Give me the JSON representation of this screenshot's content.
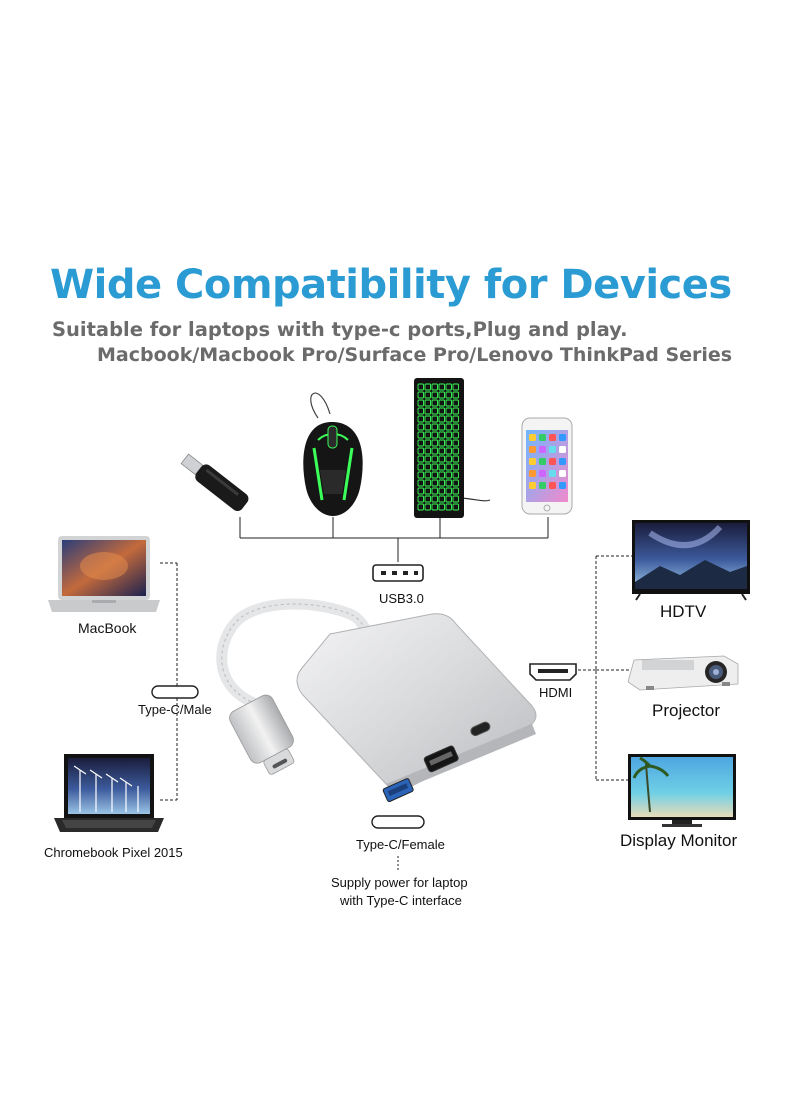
{
  "heading": {
    "title": "Wide Compatibility for Devices",
    "subtitle_line1": "Suitable for laptops with type-c ports,Plug and play.",
    "subtitle_line2": "Macbook/Macbook Pro/Surface Pro/Lenovo ThinkPad Series"
  },
  "labels": {
    "usb": "USB3.0",
    "macbook": "MacBook",
    "typec_male": "Type-C/Male",
    "chromebook": "Chromebook Pixel 2015",
    "typec_female": "Type-C/Female",
    "supply_line1": "Supply power for laptop",
    "supply_line2": "with Type-C interface",
    "hdtv": "HDTV",
    "hdmi": "HDMI",
    "projector": "Projector",
    "monitor": "Display Monitor"
  },
  "colors": {
    "accent": "#2b9bd3",
    "subtitle": "#6b6b6b",
    "keyboard_glow": "#3cff5a",
    "hub_body": "#d7d8da"
  }
}
